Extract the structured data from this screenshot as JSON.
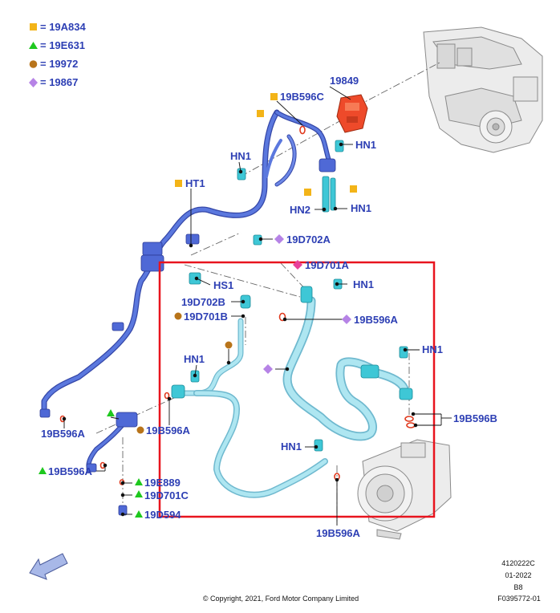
{
  "colors": {
    "label_blue": "#2d3fb4",
    "square_orange": "#f3b418",
    "triangle_green": "#1ec81e",
    "circle_brown": "#b8741a",
    "diamond_purple": "#b683e6",
    "highlight_red": "#e8141e",
    "hose_dark_blue": "#4f69d6",
    "hose_light_cyan": "#a6e2ee",
    "fitting_cyan": "#3ec7d6",
    "heater_red": "#ee4a2a"
  },
  "legend": [
    {
      "symbol": "square-icon",
      "color": "#f3b418",
      "text": "= 19A834"
    },
    {
      "symbol": "triangle-icon",
      "color": "#1ec81e",
      "text": "= 19E631"
    },
    {
      "symbol": "circle-icon",
      "color": "#b8741a",
      "text": "= 19972"
    },
    {
      "symbol": "diamond-icon",
      "color": "#b683e6",
      "text": "= 19867"
    }
  ],
  "labels": {
    "l19849": "19849",
    "l19B596C": "19B596C",
    "lHN1_a": "HN1",
    "lHN1_b": "HN1",
    "lHT1": "HT1",
    "lHN2": "HN2",
    "lHN1_c": "HN1",
    "l19D702A": "19D702A",
    "l19D701A": "19D701A",
    "lHS1": "HS1",
    "lHN1_d": "HN1",
    "l19D702B": "19D702B",
    "l19D701B": "19D701B",
    "l19B596A_a": "19B596A",
    "lHN1_e": "HN1",
    "lHN1_f": "HN1",
    "l19B596B": "19B596B",
    "l19B596A_b": "19B596A",
    "l19B596A_c": "19B596A",
    "l19B596A_d": "19B596A",
    "l19E889": "19E889",
    "l19D701C": "19D701C",
    "l19D594": "19D594",
    "lHN1_g": "HN1",
    "l19B596A_e": "19B596A"
  },
  "meta": {
    "code1": "4120222C",
    "date": "01-2022",
    "rev": "B8",
    "fig": "F0395772-01",
    "copyright": "© Copyright, 2021, Ford Motor Company Limited"
  }
}
